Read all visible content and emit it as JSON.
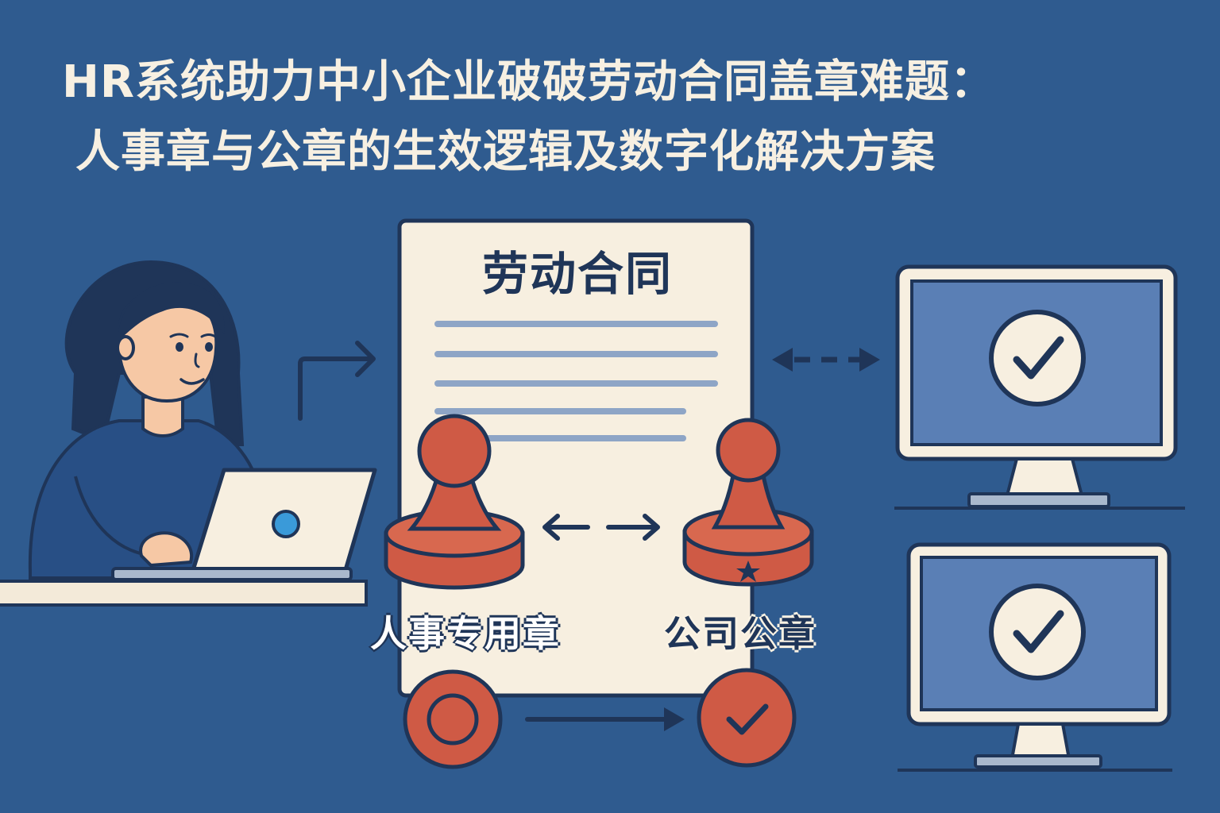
{
  "title": {
    "line1": "HR系统助力中小企业破破劳动合同盖章难题：",
    "line2": "人事章与公章的生效逻辑及数字化解决方案"
  },
  "contract": {
    "title": "劳动合同"
  },
  "stamps": {
    "hr_label": "人事专用章",
    "company_label": "公司公章"
  },
  "colors": {
    "background": "#2f5b8f",
    "paper": "#f7efe0",
    "stamp_red": "#cf5a45",
    "outline": "#1f3558",
    "screen": "#5a7fb5",
    "text_light": "#f7f0e2"
  }
}
